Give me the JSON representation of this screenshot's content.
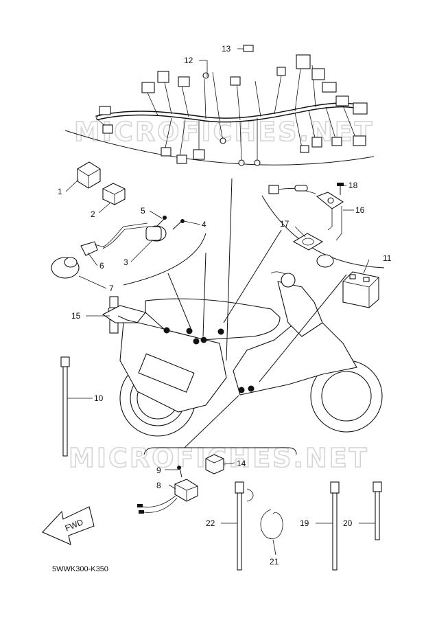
{
  "watermark": "MICROFICHES.NET",
  "diagram_code": "5WWK300-K350",
  "fwd_label": "FWD",
  "callouts": {
    "c1": "1",
    "c2": "2",
    "c3": "3",
    "c4": "4",
    "c5": "5",
    "c6": "6",
    "c7": "7",
    "c8": "8",
    "c9": "9",
    "c10": "10",
    "c11": "11",
    "c12": "12",
    "c13": "13",
    "c14": "14",
    "c15": "15",
    "c16": "16",
    "c17": "17",
    "c18": "18",
    "c19": "19",
    "c20": "20",
    "c21": "21",
    "c22": "22"
  }
}
